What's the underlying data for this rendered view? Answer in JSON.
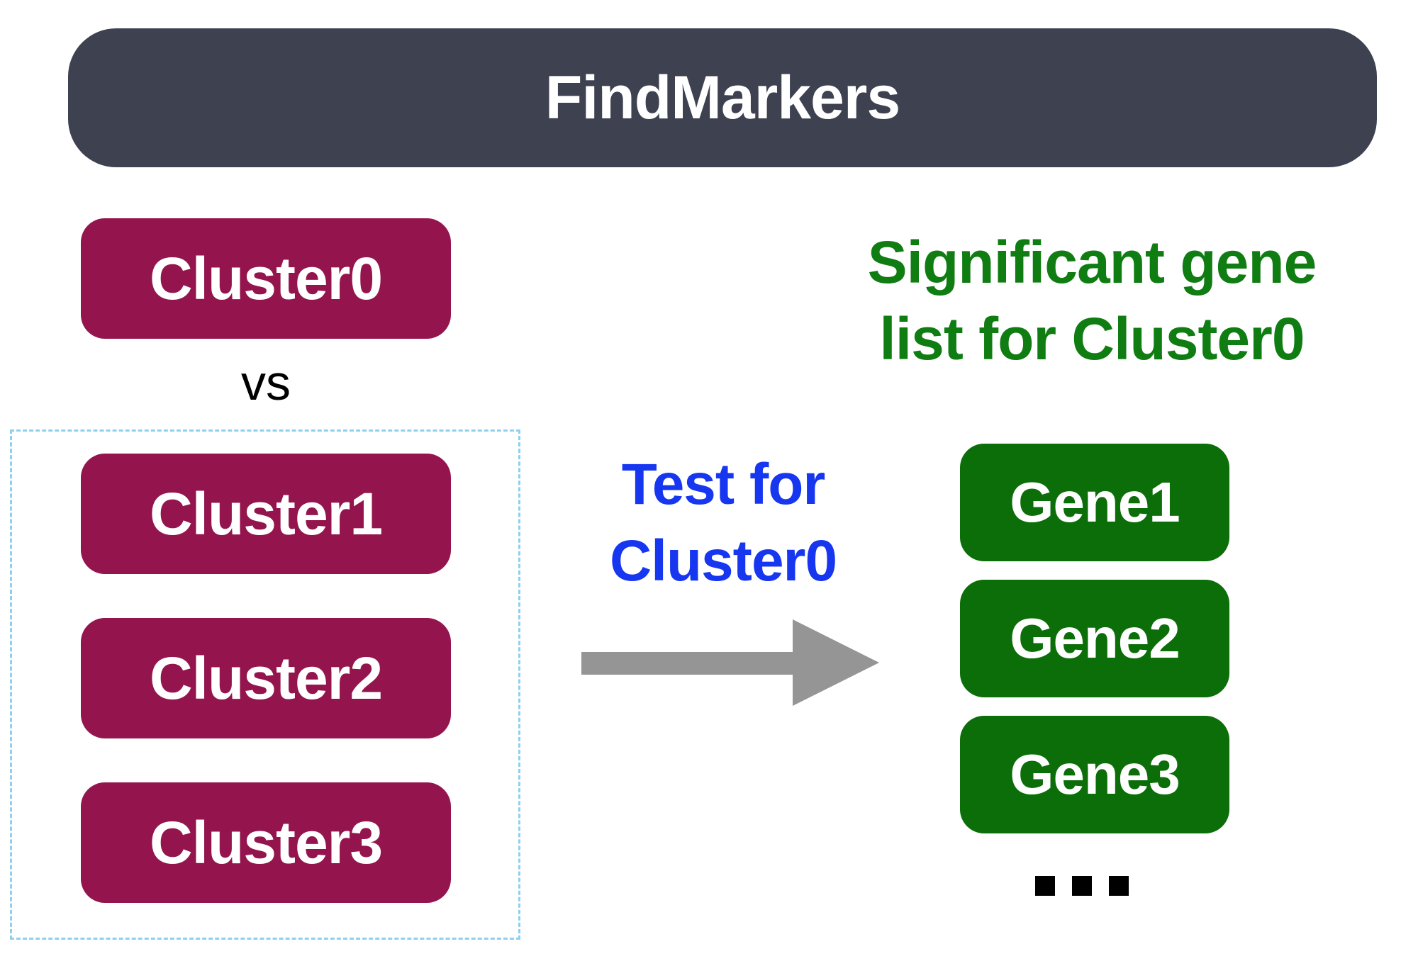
{
  "header": {
    "title": "FindMarkers"
  },
  "left": {
    "target_cluster": "Cluster0",
    "vs_label": "vs",
    "comparison_clusters": [
      "Cluster1",
      "Cluster2",
      "Cluster3"
    ]
  },
  "middle": {
    "test_label_line1": "Test for",
    "test_label_line2": "Cluster0"
  },
  "right": {
    "title_line1": "Significant gene",
    "title_line2": "list for Cluster0",
    "genes": [
      "Gene1",
      "Gene2",
      "Gene3"
    ]
  },
  "colors": {
    "header_bg": "#3d4150",
    "cluster_bg": "#94154d",
    "gene_bg": "#0b6e08",
    "significant_text": "#0f7d12",
    "test_text": "#1636f0",
    "arrow": "#959595",
    "dashed_border": "#8fd0f0"
  },
  "icons": {
    "arrow": "right-arrow-icon",
    "more": "ellipsis-icon"
  }
}
